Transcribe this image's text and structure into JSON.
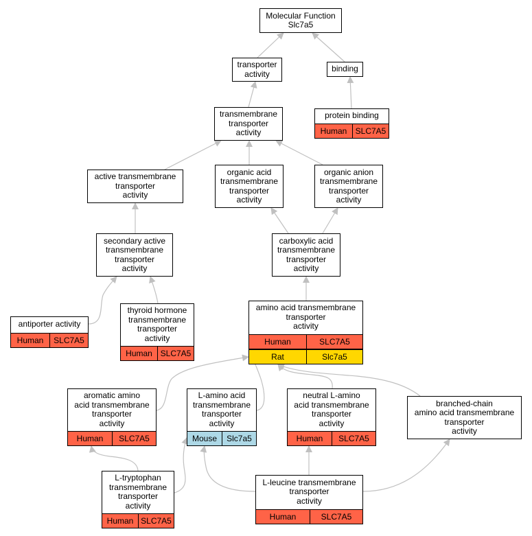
{
  "colors": {
    "Human": "#ff6347",
    "Rat": "#ffd700",
    "Mouse": "#add8e6",
    "edge": "#c0c0c0"
  },
  "nodes": {
    "mf": {
      "label": [
        "Molecular Function",
        "Slc7a5"
      ]
    },
    "transporter": {
      "label": [
        "transporter",
        "activity"
      ]
    },
    "binding": {
      "label": [
        "binding"
      ]
    },
    "protein_binding": {
      "label": [
        "protein binding"
      ],
      "ann": [
        {
          "species": "Human",
          "gene": "SLC7A5"
        }
      ]
    },
    "transmembrane": {
      "label": [
        "transmembrane",
        "transporter",
        "activity"
      ]
    },
    "active_tm": {
      "label": [
        "active transmembrane",
        "transporter",
        "activity"
      ]
    },
    "organic_acid": {
      "label": [
        "organic acid",
        "transmembrane",
        "transporter",
        "activity"
      ]
    },
    "organic_anion": {
      "label": [
        "organic anion",
        "transmembrane",
        "transporter",
        "activity"
      ]
    },
    "secondary": {
      "label": [
        "secondary active",
        "transmembrane",
        "transporter",
        "activity"
      ]
    },
    "carboxylic": {
      "label": [
        "carboxylic acid",
        "transmembrane",
        "transporter",
        "activity"
      ]
    },
    "antiporter": {
      "label": [
        "antiporter activity"
      ],
      "ann": [
        {
          "species": "Human",
          "gene": "SLC7A5"
        }
      ]
    },
    "thyroid": {
      "label": [
        "thyroid hormone",
        "transmembrane",
        "transporter",
        "activity"
      ],
      "ann": [
        {
          "species": "Human",
          "gene": "SLC7A5"
        }
      ]
    },
    "amino_acid": {
      "label": [
        "amino acid transmembrane",
        "transporter",
        "activity"
      ],
      "ann": [
        {
          "species": "Human",
          "gene": "SLC7A5"
        },
        {
          "species": "Rat",
          "gene": "Slc7a5"
        }
      ]
    },
    "aromatic": {
      "label": [
        "aromatic amino",
        "acid transmembrane",
        "transporter",
        "activity"
      ],
      "ann": [
        {
          "species": "Human",
          "gene": "SLC7A5"
        }
      ]
    },
    "l_amino": {
      "label": [
        "L-amino acid",
        "transmembrane",
        "transporter",
        "activity"
      ],
      "ann": [
        {
          "species": "Mouse",
          "gene": "Slc7a5"
        }
      ]
    },
    "neutral": {
      "label": [
        "neutral L-amino",
        "acid transmembrane",
        "transporter",
        "activity"
      ],
      "ann": [
        {
          "species": "Human",
          "gene": "SLC7A5"
        }
      ]
    },
    "branched": {
      "label": [
        "branched-chain",
        "amino acid transmembrane",
        "transporter",
        "activity"
      ]
    },
    "tryptophan": {
      "label": [
        "L-tryptophan",
        "transmembrane",
        "transporter",
        "activity"
      ],
      "ann": [
        {
          "species": "Human",
          "gene": "SLC7A5"
        }
      ]
    },
    "leucine": {
      "label": [
        "L-leucine transmembrane",
        "transporter",
        "activity"
      ],
      "ann": [
        {
          "species": "Human",
          "gene": "SLC7A5"
        }
      ]
    }
  },
  "edges": [
    {
      "from": "transporter",
      "to": "mf"
    },
    {
      "from": "binding",
      "to": "mf"
    },
    {
      "from": "protein_binding",
      "to": "binding"
    },
    {
      "from": "transmembrane",
      "to": "transporter"
    },
    {
      "from": "active_tm",
      "to": "transmembrane"
    },
    {
      "from": "organic_acid",
      "to": "transmembrane"
    },
    {
      "from": "organic_anion",
      "to": "transmembrane"
    },
    {
      "from": "secondary",
      "to": "active_tm"
    },
    {
      "from": "carboxylic",
      "to": "organic_acid"
    },
    {
      "from": "carboxylic",
      "to": "organic_anion"
    },
    {
      "from": "antiporter",
      "to": "secondary"
    },
    {
      "from": "thyroid",
      "to": "secondary"
    },
    {
      "from": "amino_acid",
      "to": "carboxylic"
    },
    {
      "from": "aromatic",
      "to": "amino_acid"
    },
    {
      "from": "l_amino",
      "to": "amino_acid"
    },
    {
      "from": "neutral",
      "to": "amino_acid"
    },
    {
      "from": "branched",
      "to": "amino_acid"
    },
    {
      "from": "tryptophan",
      "to": "aromatic"
    },
    {
      "from": "tryptophan",
      "to": "l_amino"
    },
    {
      "from": "leucine",
      "to": "l_amino"
    },
    {
      "from": "leucine",
      "to": "neutral"
    },
    {
      "from": "leucine",
      "to": "branched"
    }
  ]
}
